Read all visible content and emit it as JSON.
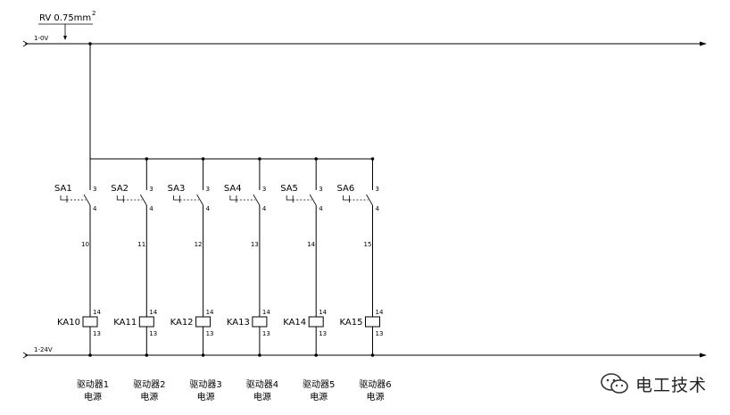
{
  "cable_spec": "RV 0.75mm",
  "cable_spec_sup": "2",
  "bus_top_label": "1-0V",
  "bus_bottom_label": "1-24V",
  "switch_pin_in": "3",
  "switch_pin_out": "4",
  "relay_pin_top": "14",
  "relay_pin_bottom": "13",
  "branches": [
    {
      "switch": "SA1",
      "wire": "10",
      "relay": "KA10",
      "driver": "驱动器1",
      "power": "电源"
    },
    {
      "switch": "SA2",
      "wire": "11",
      "relay": "KA11",
      "driver": "驱动器2",
      "power": "电源"
    },
    {
      "switch": "SA3",
      "wire": "12",
      "relay": "KA12",
      "driver": "驱动器3",
      "power": "电源"
    },
    {
      "switch": "SA4",
      "wire": "13",
      "relay": "KA13",
      "driver": "驱动器4",
      "power": "电源"
    },
    {
      "switch": "SA5",
      "wire": "14",
      "relay": "KA14",
      "driver": "驱动器5",
      "power": "电源"
    },
    {
      "switch": "SA6",
      "wire": "15",
      "relay": "KA15",
      "driver": "驱动器6",
      "power": "电源"
    }
  ],
  "watermark_text": "电工技术"
}
